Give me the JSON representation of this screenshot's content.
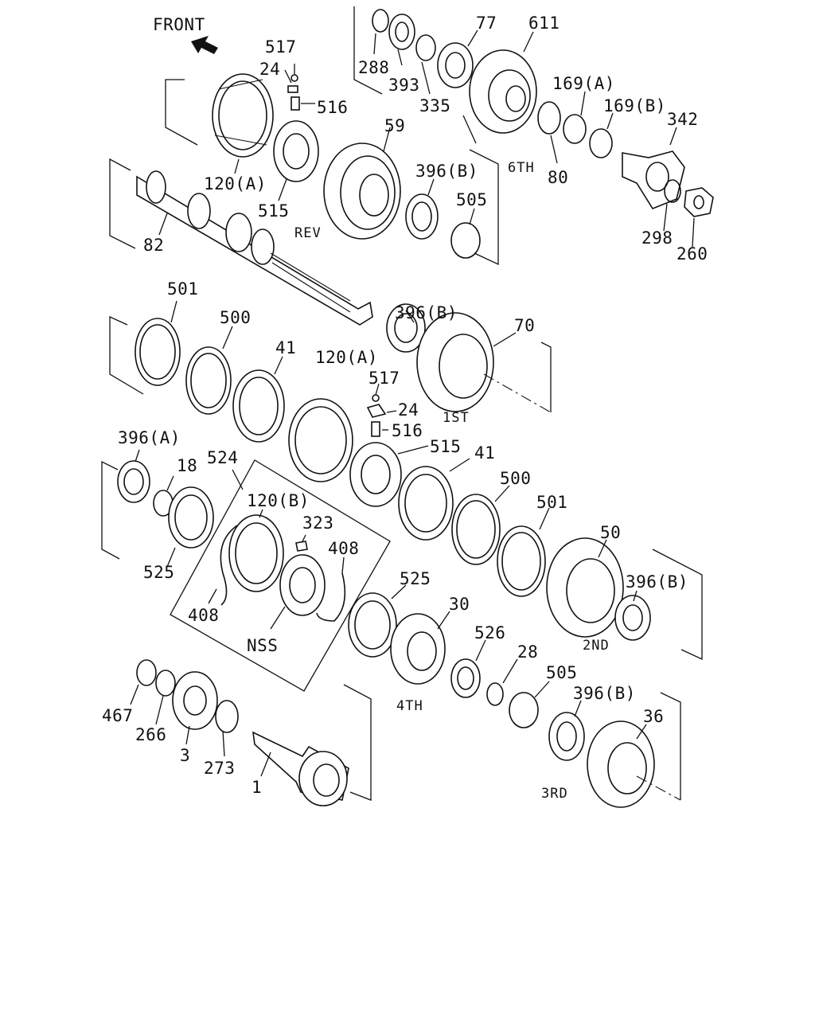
{
  "front_label": "FRONT",
  "parts": {
    "p517a": "517",
    "p24a": "24",
    "p516a": "516",
    "p120a1": "120(A)",
    "p515a": "515",
    "p82": "82",
    "p288": "288",
    "p393": "393",
    "p335": "335",
    "p77": "77",
    "p611": "611",
    "p59": "59",
    "p396b1": "396(B)",
    "p505a": "505",
    "p169a": "169(A)",
    "p169b": "169(B)",
    "p342": "342",
    "p80": "80",
    "p298": "298",
    "p260": "260",
    "p501a": "501",
    "p500a": "500",
    "p41a": "41",
    "p120a2": "120(A)",
    "p396b2": "396(B)",
    "p70": "70",
    "p517b": "517",
    "p24b": "24",
    "p516b": "516",
    "p515b": "515",
    "p41b": "41",
    "p396a": "396(A)",
    "p18": "18",
    "p524": "524",
    "p120b": "120(B)",
    "p323": "323",
    "p408a": "408",
    "p408b": "408",
    "p525a": "525",
    "p525b": "525",
    "pnss": "NSS",
    "p500b": "500",
    "p501b": "501",
    "p50": "50",
    "p396b3": "396(B)",
    "p30": "30",
    "p526": "526",
    "p28": "28",
    "p505b": "505",
    "p396b4": "396(B)",
    "p36": "36",
    "p467": "467",
    "p266": "266",
    "p3": "3",
    "p273": "273",
    "p1": "1"
  },
  "gear_notes": {
    "rev": "REV",
    "sixth": "6TH",
    "first": "1ST",
    "second": "2ND",
    "fourth": "4TH",
    "third": "3RD"
  }
}
